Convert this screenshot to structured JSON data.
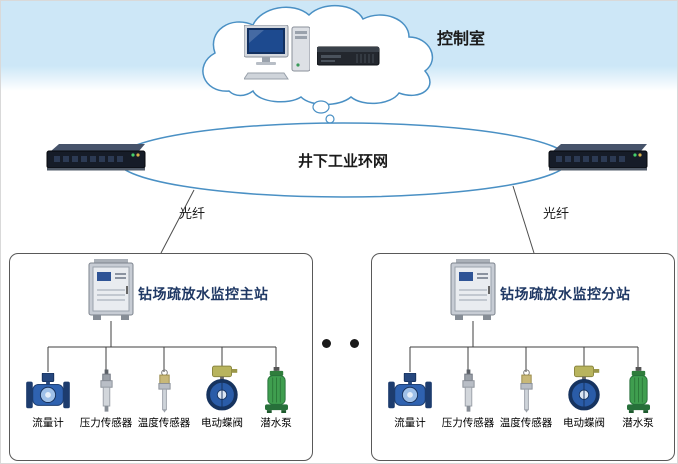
{
  "control_room": {
    "label": "控制室"
  },
  "ring_network": {
    "label": "井下工业环网"
  },
  "fiber": {
    "left": "光纤",
    "right": "光纤"
  },
  "stations": [
    {
      "title": "钻场疏放水监控主站",
      "devices": [
        {
          "name": "flow-meter",
          "label": "流量计"
        },
        {
          "name": "pressure-sensor",
          "label": "压力传感器"
        },
        {
          "name": "temperature-sensor",
          "label": "温度传感器"
        },
        {
          "name": "electric-butterfly-valve",
          "label": "电动蝶阀"
        },
        {
          "name": "submersible-pump",
          "label": "潜水泵"
        }
      ]
    },
    {
      "title": "钻场疏放水监控分站",
      "devices": [
        {
          "name": "flow-meter",
          "label": "流量计"
        },
        {
          "name": "pressure-sensor",
          "label": "压力传感器"
        },
        {
          "name": "temperature-sensor",
          "label": "温度传感器"
        },
        {
          "name": "electric-butterfly-valve",
          "label": "电动蝶阀"
        },
        {
          "name": "submersible-pump",
          "label": "潜水泵"
        }
      ]
    }
  ],
  "colors": {
    "band": "#cde7f7",
    "outline": "#4a90c4",
    "line": "#3f3f3f",
    "station_border": "#595959",
    "station_title": "#1f3864"
  }
}
